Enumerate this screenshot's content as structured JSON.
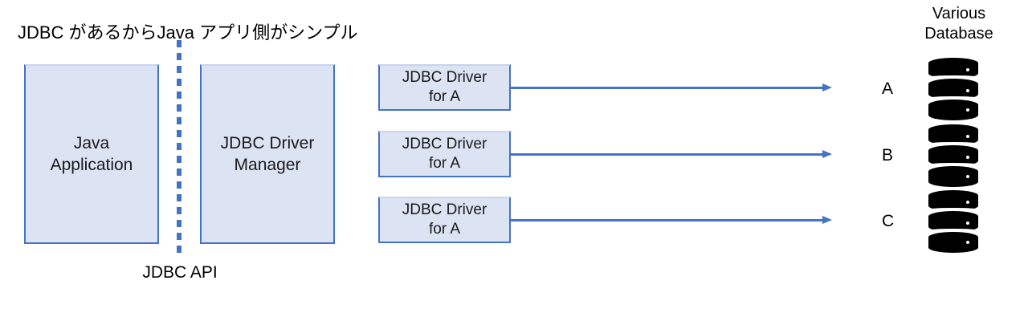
{
  "diagram": {
    "title": "JDBC があるからJava アプリ側がシンプル",
    "boundary": {
      "label": "JDBC API",
      "style": "dashed-vertical-line",
      "color": "#4472c4"
    },
    "colors": {
      "box_fill": "#dce3f3",
      "box_border": "#4472c4",
      "arrow": "#4472c4",
      "database_icon": "#000000",
      "text": "#000000"
    },
    "client_boxes": [
      {
        "label": "Java\nApplication",
        "name": "java-application"
      },
      {
        "label": "JDBC Driver\nManager",
        "name": "jdbc-driver-manager"
      }
    ],
    "driver_boxes": [
      {
        "label": "JDBC Driver\nfor A"
      },
      {
        "label": "JDBC Driver\nfor A"
      },
      {
        "label": "JDBC Driver\nfor A"
      }
    ],
    "databases": {
      "heading": "Various\nDatabase",
      "items": [
        {
          "label": "A",
          "icon": "database-cylinder-icon"
        },
        {
          "label": "B",
          "icon": "database-cylinder-icon"
        },
        {
          "label": "C",
          "icon": "database-cylinder-icon"
        }
      ]
    },
    "connections": [
      {
        "from": "JDBC Driver for A",
        "to": "A",
        "style": "arrow-right"
      },
      {
        "from": "JDBC Driver for A",
        "to": "B",
        "style": "arrow-right"
      },
      {
        "from": "JDBC Driver for A",
        "to": "C",
        "style": "arrow-right"
      }
    ]
  }
}
